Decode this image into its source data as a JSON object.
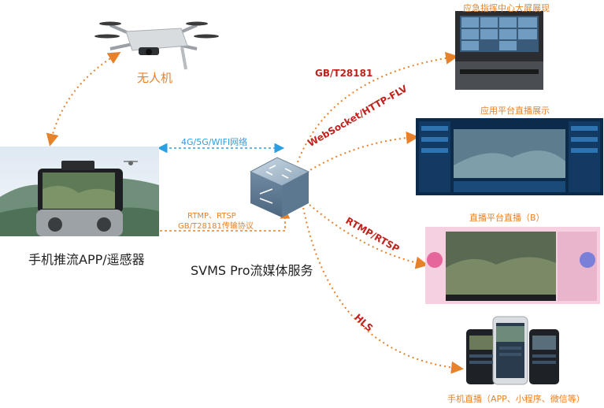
{
  "nodes": {
    "drone": {
      "label": "无人机"
    },
    "controller": {
      "label": "手机推流APP/遥感器"
    },
    "server": {
      "label": "SVMS Pro流媒体服务"
    },
    "command_center": {
      "label": "应急指挥中心大屏展现"
    },
    "app_platform": {
      "label": "应用平台直播展示"
    },
    "live_platform": {
      "label": "直播平台直播（B）"
    },
    "mobile": {
      "label": "手机直播（APP、小程序、微信等）"
    }
  },
  "links": {
    "network": {
      "label": "4G/5G/WIFI网络"
    },
    "push_protocols": {
      "line1": "RTMP、RTSP",
      "line2": "GB/T28181传输协议"
    },
    "gb28181": {
      "label": "GB/T28181"
    },
    "websocket": {
      "label": "WebSocket/HTTP-FLV"
    },
    "rtmp": {
      "label": "RTMP/RTSP"
    },
    "hls": {
      "label": "HLS"
    }
  },
  "colors": {
    "orange": "#e8822a",
    "red": "#c0221d",
    "blue": "#2c9fe0"
  }
}
